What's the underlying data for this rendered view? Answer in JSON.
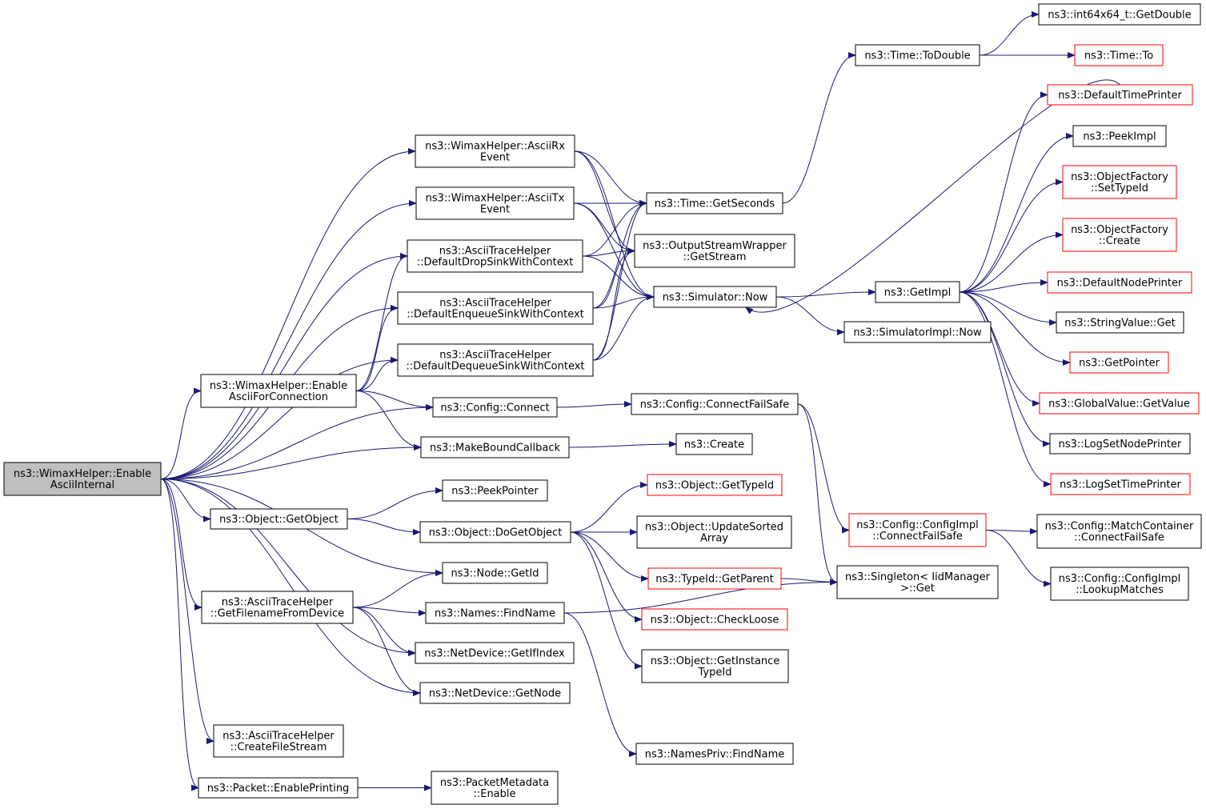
{
  "colors": {
    "edge": "#191970",
    "border_normal": "#000000",
    "border_truncated": "#ff0000",
    "root_fill": "#bfbfbf",
    "node_fill": "#ffffff"
  },
  "nodes": [
    {
      "id": "root",
      "lines": [
        "ns3::WimaxHelper::Enable",
        "AsciiInternal"
      ],
      "style": "root"
    },
    {
      "id": "asciirx",
      "lines": [
        "ns3::WimaxHelper::AsciiRx",
        "Event"
      ],
      "style": "normal"
    },
    {
      "id": "asciitx",
      "lines": [
        "ns3::WimaxHelper::AsciiTx",
        "Event"
      ],
      "style": "normal"
    },
    {
      "id": "dropsink",
      "lines": [
        "ns3::AsciiTraceHelper",
        "::DefaultDropSinkWithContext"
      ],
      "style": "normal"
    },
    {
      "id": "enqsink",
      "lines": [
        "ns3::AsciiTraceHelper",
        "::DefaultEnqueueSinkWithContext"
      ],
      "style": "normal"
    },
    {
      "id": "deqsink",
      "lines": [
        "ns3::AsciiTraceHelper",
        "::DefaultDequeueSinkWithContext"
      ],
      "style": "normal"
    },
    {
      "id": "enableconn",
      "lines": [
        "ns3::WimaxHelper::Enable",
        "AsciiForConnection"
      ],
      "style": "normal"
    },
    {
      "id": "cfgconnect",
      "lines": [
        "ns3::Config::Connect"
      ],
      "style": "normal"
    },
    {
      "id": "mkbound",
      "lines": [
        "ns3::MakeBoundCallback"
      ],
      "style": "normal"
    },
    {
      "id": "getobject",
      "lines": [
        "ns3::Object::GetObject"
      ],
      "style": "normal"
    },
    {
      "id": "peekptr",
      "lines": [
        "ns3::PeekPointer"
      ],
      "style": "normal"
    },
    {
      "id": "dogetobj",
      "lines": [
        "ns3::Object::DoGetObject"
      ],
      "style": "normal"
    },
    {
      "id": "nodegetid",
      "lines": [
        "ns3::Node::GetId"
      ],
      "style": "normal"
    },
    {
      "id": "getfname",
      "lines": [
        "ns3::AsciiTraceHelper",
        "::GetFilenameFromDevice"
      ],
      "style": "normal"
    },
    {
      "id": "findname",
      "lines": [
        "ns3::Names::FindName"
      ],
      "style": "normal"
    },
    {
      "id": "getifindex",
      "lines": [
        "ns3::NetDevice::GetIfIndex"
      ],
      "style": "normal"
    },
    {
      "id": "getnode",
      "lines": [
        "ns3::NetDevice::GetNode"
      ],
      "style": "normal"
    },
    {
      "id": "createfs",
      "lines": [
        "ns3::AsciiTraceHelper",
        "::CreateFileStream"
      ],
      "style": "normal"
    },
    {
      "id": "enableprint",
      "lines": [
        "ns3::Packet::EnablePrinting"
      ],
      "style": "normal"
    },
    {
      "id": "pmenable",
      "lines": [
        "ns3::PacketMetadata",
        "::Enable"
      ],
      "style": "normal"
    },
    {
      "id": "getseconds",
      "lines": [
        "ns3::Time::GetSeconds"
      ],
      "style": "normal"
    },
    {
      "id": "getstream",
      "lines": [
        "ns3::OutputStreamWrapper",
        "::GetStream"
      ],
      "style": "normal"
    },
    {
      "id": "simnow",
      "lines": [
        "ns3::Simulator::Now"
      ],
      "style": "normal"
    },
    {
      "id": "cfgfailsafe",
      "lines": [
        "ns3::Config::ConnectFailSafe"
      ],
      "style": "normal"
    },
    {
      "id": "create",
      "lines": [
        "ns3::Create"
      ],
      "style": "normal"
    },
    {
      "id": "objgettypeid",
      "lines": [
        "ns3::Object::GetTypeId"
      ],
      "style": "truncated"
    },
    {
      "id": "updsorted",
      "lines": [
        "ns3::Object::UpdateSorted",
        "Array"
      ],
      "style": "normal"
    },
    {
      "id": "getparent",
      "lines": [
        "ns3::TypeId::GetParent"
      ],
      "style": "truncated"
    },
    {
      "id": "checkloose",
      "lines": [
        "ns3::Object::CheckLoose"
      ],
      "style": "truncated"
    },
    {
      "id": "getinsttid",
      "lines": [
        "ns3::Object::GetInstance",
        "TypeId"
      ],
      "style": "normal"
    },
    {
      "id": "namespriv",
      "lines": [
        "ns3::NamesPriv::FindName"
      ],
      "style": "normal"
    },
    {
      "id": "todouble",
      "lines": [
        "ns3::Time::ToDouble"
      ],
      "style": "normal"
    },
    {
      "id": "getimpl",
      "lines": [
        "ns3::GetImpl"
      ],
      "style": "normal"
    },
    {
      "id": "simimplnow",
      "lines": [
        "ns3::SimulatorImpl::Now"
      ],
      "style": "normal"
    },
    {
      "id": "cfgimplfs",
      "lines": [
        "ns3::Config::ConfigImpl",
        "::ConnectFailSafe"
      ],
      "style": "truncated"
    },
    {
      "id": "singleton",
      "lines": [
        "ns3::Singleton< IidManager",
        ">::Get"
      ],
      "style": "normal"
    },
    {
      "id": "int64getdbl",
      "lines": [
        "ns3::int64x64_t::GetDouble"
      ],
      "style": "normal"
    },
    {
      "id": "timeto",
      "lines": [
        "ns3::Time::To"
      ],
      "style": "truncated"
    },
    {
      "id": "deftimeprint",
      "lines": [
        "ns3::DefaultTimePrinter"
      ],
      "style": "truncated"
    },
    {
      "id": "peekimpl",
      "lines": [
        "ns3::PeekImpl"
      ],
      "style": "normal"
    },
    {
      "id": "ofsettypeid",
      "lines": [
        "ns3::ObjectFactory",
        "::SetTypeId"
      ],
      "style": "truncated"
    },
    {
      "id": "ofcreate",
      "lines": [
        "ns3::ObjectFactory",
        "::Create"
      ],
      "style": "truncated"
    },
    {
      "id": "defnodeprint",
      "lines": [
        "ns3::DefaultNodePrinter"
      ],
      "style": "truncated"
    },
    {
      "id": "strvalget",
      "lines": [
        "ns3::StringValue::Get"
      ],
      "style": "normal"
    },
    {
      "id": "getpointer",
      "lines": [
        "ns3::GetPointer"
      ],
      "style": "truncated"
    },
    {
      "id": "gvgetvalue",
      "lines": [
        "ns3::GlobalValue::GetValue"
      ],
      "style": "truncated"
    },
    {
      "id": "logsetnode",
      "lines": [
        "ns3::LogSetNodePrinter"
      ],
      "style": "normal"
    },
    {
      "id": "logsettime",
      "lines": [
        "ns3::LogSetTimePrinter"
      ],
      "style": "truncated"
    },
    {
      "id": "matchcont",
      "lines": [
        "ns3::Config::MatchContainer",
        "::ConnectFailSafe"
      ],
      "style": "normal"
    },
    {
      "id": "lookupm",
      "lines": [
        "ns3::Config::ConfigImpl",
        "::LookupMatches"
      ],
      "style": "normal"
    }
  ],
  "edges": [
    [
      "root",
      "asciirx"
    ],
    [
      "root",
      "asciitx"
    ],
    [
      "root",
      "dropsink"
    ],
    [
      "root",
      "enqsink"
    ],
    [
      "root",
      "deqsink"
    ],
    [
      "root",
      "enableconn"
    ],
    [
      "root",
      "cfgconnect"
    ],
    [
      "root",
      "mkbound"
    ],
    [
      "root",
      "getobject"
    ],
    [
      "root",
      "nodegetid"
    ],
    [
      "root",
      "getfname"
    ],
    [
      "root",
      "getifindex"
    ],
    [
      "root",
      "getnode"
    ],
    [
      "root",
      "createfs"
    ],
    [
      "root",
      "enableprint"
    ],
    [
      "asciirx",
      "getseconds"
    ],
    [
      "asciirx",
      "getstream"
    ],
    [
      "asciirx",
      "simnow"
    ],
    [
      "asciitx",
      "getseconds"
    ],
    [
      "asciitx",
      "getstream"
    ],
    [
      "asciitx",
      "simnow"
    ],
    [
      "dropsink",
      "getseconds"
    ],
    [
      "dropsink",
      "getstream"
    ],
    [
      "dropsink",
      "simnow"
    ],
    [
      "enqsink",
      "getseconds"
    ],
    [
      "enqsink",
      "getstream"
    ],
    [
      "enqsink",
      "simnow"
    ],
    [
      "deqsink",
      "getseconds"
    ],
    [
      "deqsink",
      "getstream"
    ],
    [
      "deqsink",
      "simnow"
    ],
    [
      "enableconn",
      "dropsink"
    ],
    [
      "enableconn",
      "enqsink"
    ],
    [
      "enableconn",
      "deqsink"
    ],
    [
      "enableconn",
      "cfgconnect"
    ],
    [
      "enableconn",
      "mkbound"
    ],
    [
      "cfgconnect",
      "cfgfailsafe"
    ],
    [
      "mkbound",
      "create"
    ],
    [
      "getobject",
      "peekptr"
    ],
    [
      "getobject",
      "dogetobj"
    ],
    [
      "dogetobj",
      "objgettypeid"
    ],
    [
      "dogetobj",
      "updsorted"
    ],
    [
      "dogetobj",
      "getparent"
    ],
    [
      "dogetobj",
      "checkloose"
    ],
    [
      "dogetobj",
      "getinsttid"
    ],
    [
      "getfname",
      "nodegetid"
    ],
    [
      "getfname",
      "findname"
    ],
    [
      "getfname",
      "getifindex"
    ],
    [
      "getfname",
      "getnode"
    ],
    [
      "findname",
      "namespriv"
    ],
    [
      "findname",
      "singleton"
    ],
    [
      "enableprint",
      "pmenable"
    ],
    [
      "getseconds",
      "todouble"
    ],
    [
      "simnow",
      "getimpl"
    ],
    [
      "simnow",
      "simimplnow"
    ],
    [
      "cfgfailsafe",
      "cfgimplfs"
    ],
    [
      "cfgfailsafe",
      "singleton"
    ],
    [
      "getparent",
      "singleton"
    ],
    [
      "todouble",
      "int64getdbl"
    ],
    [
      "todouble",
      "timeto"
    ],
    [
      "getimpl",
      "deftimeprint"
    ],
    [
      "getimpl",
      "peekimpl"
    ],
    [
      "getimpl",
      "ofsettypeid"
    ],
    [
      "getimpl",
      "ofcreate"
    ],
    [
      "getimpl",
      "defnodeprint"
    ],
    [
      "getimpl",
      "strvalget"
    ],
    [
      "getimpl",
      "getpointer"
    ],
    [
      "getimpl",
      "gvgetvalue"
    ],
    [
      "getimpl",
      "logsetnode"
    ],
    [
      "getimpl",
      "logsettime"
    ],
    [
      "deftimeprint",
      "simnow"
    ],
    [
      "cfgimplfs",
      "matchcont"
    ],
    [
      "cfgimplfs",
      "lookupm"
    ]
  ]
}
